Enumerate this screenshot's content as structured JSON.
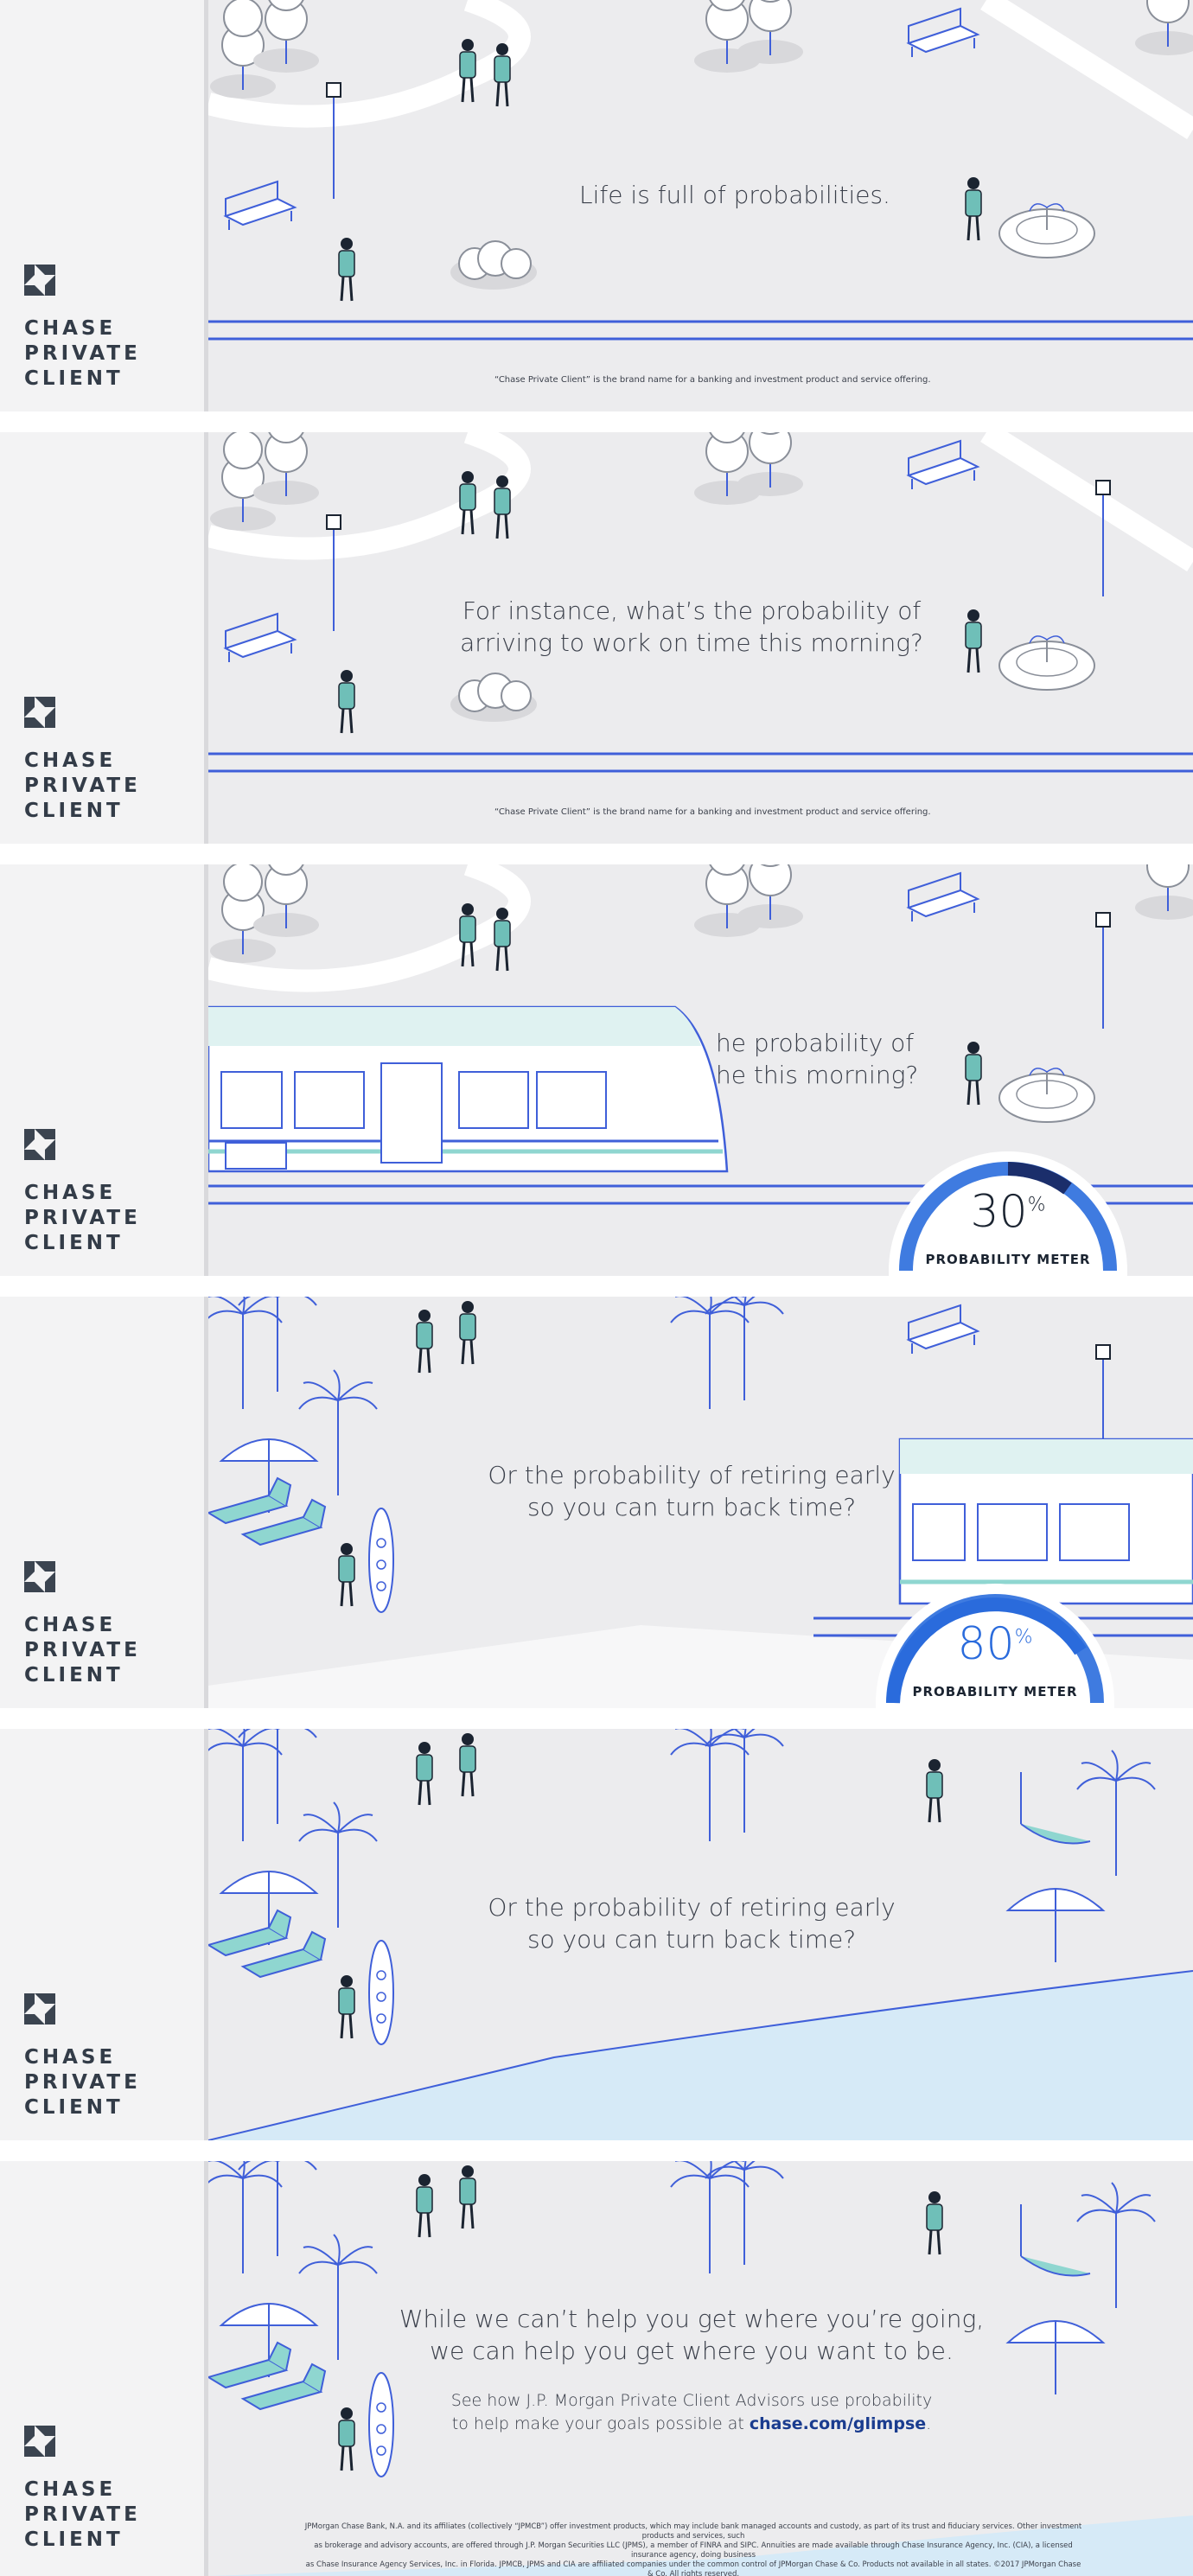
{
  "brand": {
    "line1": "CHASE",
    "line2": "PRIVATE",
    "line3": "CLIENT",
    "logo_icon": "chase-octagon-icon"
  },
  "colors": {
    "accent": "#2a6bdc",
    "line": "#3f5fd9",
    "teal": "#8fd6d0",
    "ground": "#ececee",
    "navy": "#1a3c8f"
  },
  "panels": [
    {
      "caption": [
        "Life is full of probabilities."
      ],
      "footnote": "“Chase Private Client” is the brand name for a banking and investment product and service offering."
    },
    {
      "caption": [
        "For instance, what’s the probability of",
        "arriving to work on time this morning?"
      ],
      "footnote": "“Chase Private Client” is the brand name for a banking and investment product and service offering."
    },
    {
      "caption": [
        "he probability of",
        "he this morning?"
      ],
      "meter": {
        "value": "30",
        "unit": "%",
        "label": "PROBABILITY METER",
        "fraction": 0.3
      }
    },
    {
      "caption": [
        "Or the probability of retiring early",
        "so you can turn back time?"
      ],
      "meter": {
        "value": "80",
        "unit": "%",
        "label": "PROBABILITY METER",
        "fraction": 0.8
      }
    },
    {
      "caption": [
        "Or the probability of retiring early",
        "so you can turn back time?"
      ]
    },
    {
      "caption": [
        "While we can’t help you get where you’re going,",
        "we can help you get where you want to be."
      ],
      "cta": {
        "line1": "See how J.P. Morgan Private Client Advisors use probability",
        "line2_prefix": "to help make your goals possible at ",
        "link": "chase.com/glimpse",
        "line2_suffix": "."
      },
      "legal": [
        "JPMorgan Chase Bank, N.A. and its affiliates (collectively “JPMCB”) offer investment products, which may include bank managed accounts and custody, as part of its trust and fiduciary services. Other investment products and services, such",
        "as brokerage and advisory accounts, are offered through J.P. Morgan Securities LLC (JPMS), a member of FINRA and SIPC. Annuities are made available through Chase Insurance Agency, Inc. (CIA), a licensed insurance agency, doing business",
        "as Chase Insurance Agency Services, Inc. in Florida. JPMCB, JPMS and CIA are affiliated companies under the common control of JPMorgan Chase & Co. Products not available in all states. ©2017 JPMorgan Chase & Co. All rights reserved."
      ]
    }
  ]
}
